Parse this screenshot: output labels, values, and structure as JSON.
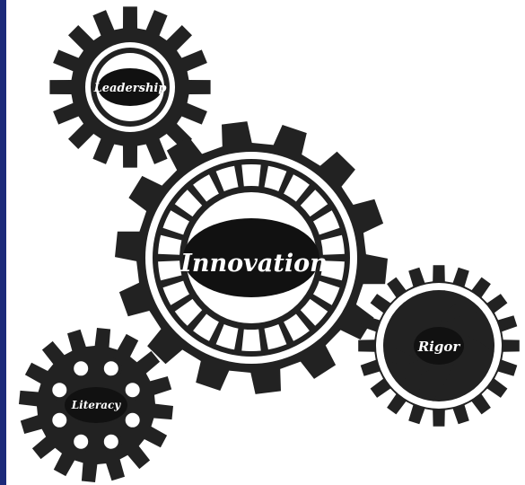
{
  "colors": {
    "gear": "#222222",
    "background": "#ffffff",
    "border": "#1c2a7a",
    "label": "#ffffff"
  },
  "gears": {
    "leadership": {
      "label": "Leadership",
      "icon": "gear-icon"
    },
    "innovation": {
      "label": "Innovation",
      "icon": "gear-icon"
    },
    "rigor": {
      "label": "Rigor",
      "icon": "gear-icon"
    },
    "literacy": {
      "label": "Literacy",
      "icon": "gear-icon"
    }
  }
}
